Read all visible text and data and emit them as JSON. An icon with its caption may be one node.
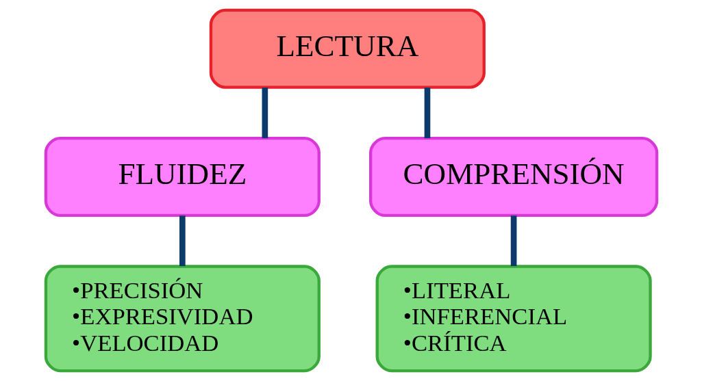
{
  "diagram": {
    "nodes": [
      {
        "text": [
          "LECTURA"
        ]
      },
      {
        "text": [
          "FLUIDEZ"
        ]
      },
      {
        "text": [
          "COMPRENSIÓN"
        ]
      },
      {
        "text": [
          "•PRECISIÓN",
          "•EXPRESIVIDAD",
          "•VELOCIDAD"
        ]
      },
      {
        "text": [
          "•LITERAL",
          "•INFERENCIAL",
          "•CRÍTICA"
        ]
      }
    ],
    "edges": [
      {
        "from": 0,
        "to": 1,
        "arrow": "none"
      },
      {
        "from": 0,
        "to": 2,
        "arrow": "none"
      },
      {
        "from": 1,
        "to": 3,
        "arrow": "none"
      },
      {
        "from": 2,
        "to": 4,
        "arrow": "none"
      }
    ]
  }
}
